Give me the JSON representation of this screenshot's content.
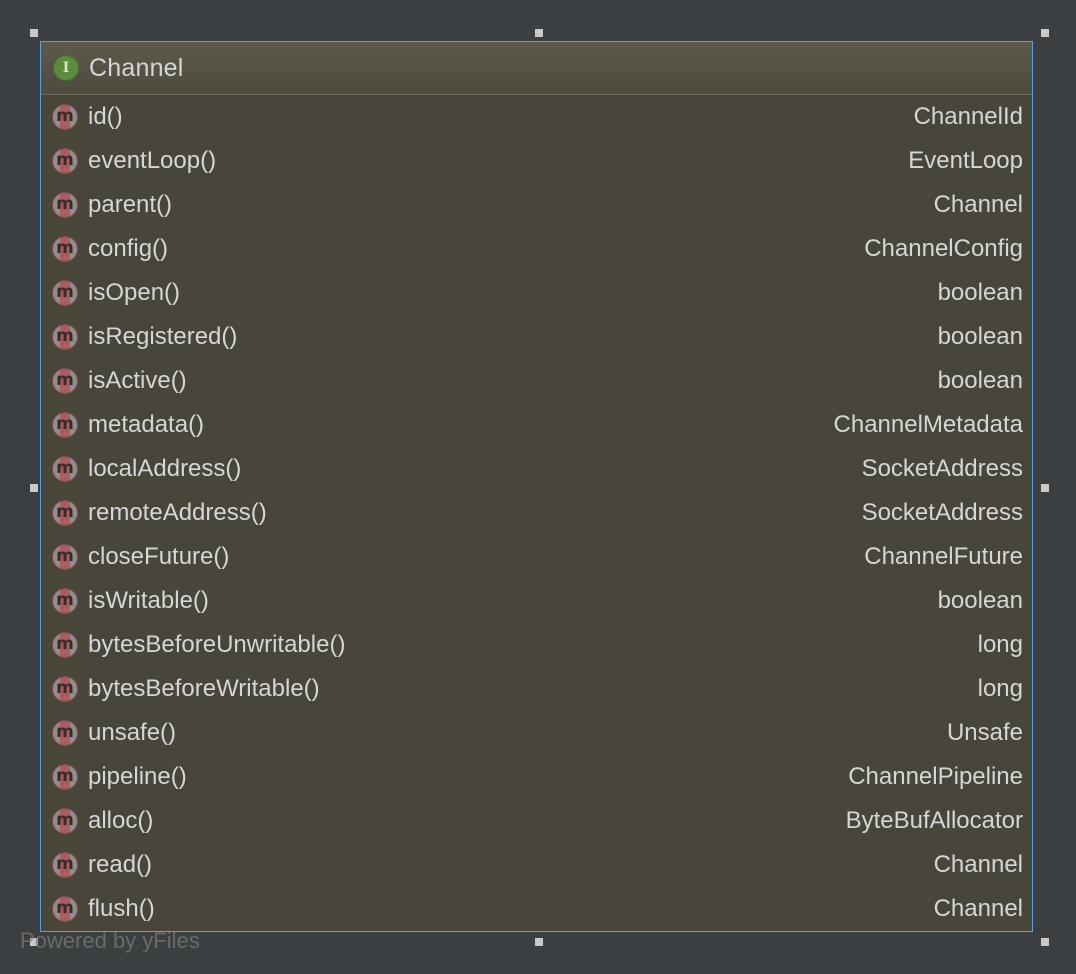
{
  "node": {
    "stereotype_icon": "I",
    "class_name": "Channel"
  },
  "members": [
    {
      "name": "id()",
      "type": "ChannelId"
    },
    {
      "name": "eventLoop()",
      "type": "EventLoop"
    },
    {
      "name": "parent()",
      "type": "Channel"
    },
    {
      "name": "config()",
      "type": "ChannelConfig"
    },
    {
      "name": "isOpen()",
      "type": "boolean"
    },
    {
      "name": "isRegistered()",
      "type": "boolean"
    },
    {
      "name": "isActive()",
      "type": "boolean"
    },
    {
      "name": "metadata()",
      "type": "ChannelMetadata"
    },
    {
      "name": "localAddress()",
      "type": "SocketAddress"
    },
    {
      "name": "remoteAddress()",
      "type": "SocketAddress"
    },
    {
      "name": "closeFuture()",
      "type": "ChannelFuture"
    },
    {
      "name": "isWritable()",
      "type": "boolean"
    },
    {
      "name": "bytesBeforeUnwritable()",
      "type": "long"
    },
    {
      "name": "bytesBeforeWritable()",
      "type": "long"
    },
    {
      "name": "unsafe()",
      "type": "Unsafe"
    },
    {
      "name": "pipeline()",
      "type": "ChannelPipeline"
    },
    {
      "name": "alloc()",
      "type": "ByteBufAllocator"
    },
    {
      "name": "read()",
      "type": "Channel"
    },
    {
      "name": "flush()",
      "type": "Channel"
    }
  ],
  "method_icon_glyph": "m",
  "watermark": "Powered by yFiles",
  "colors": {
    "background": "#3c3f41",
    "node_fill": "#48453a",
    "selection_border": "#5c9ee8",
    "interface_icon": "#5c8a3e",
    "method_icon": "#a85e5e"
  }
}
